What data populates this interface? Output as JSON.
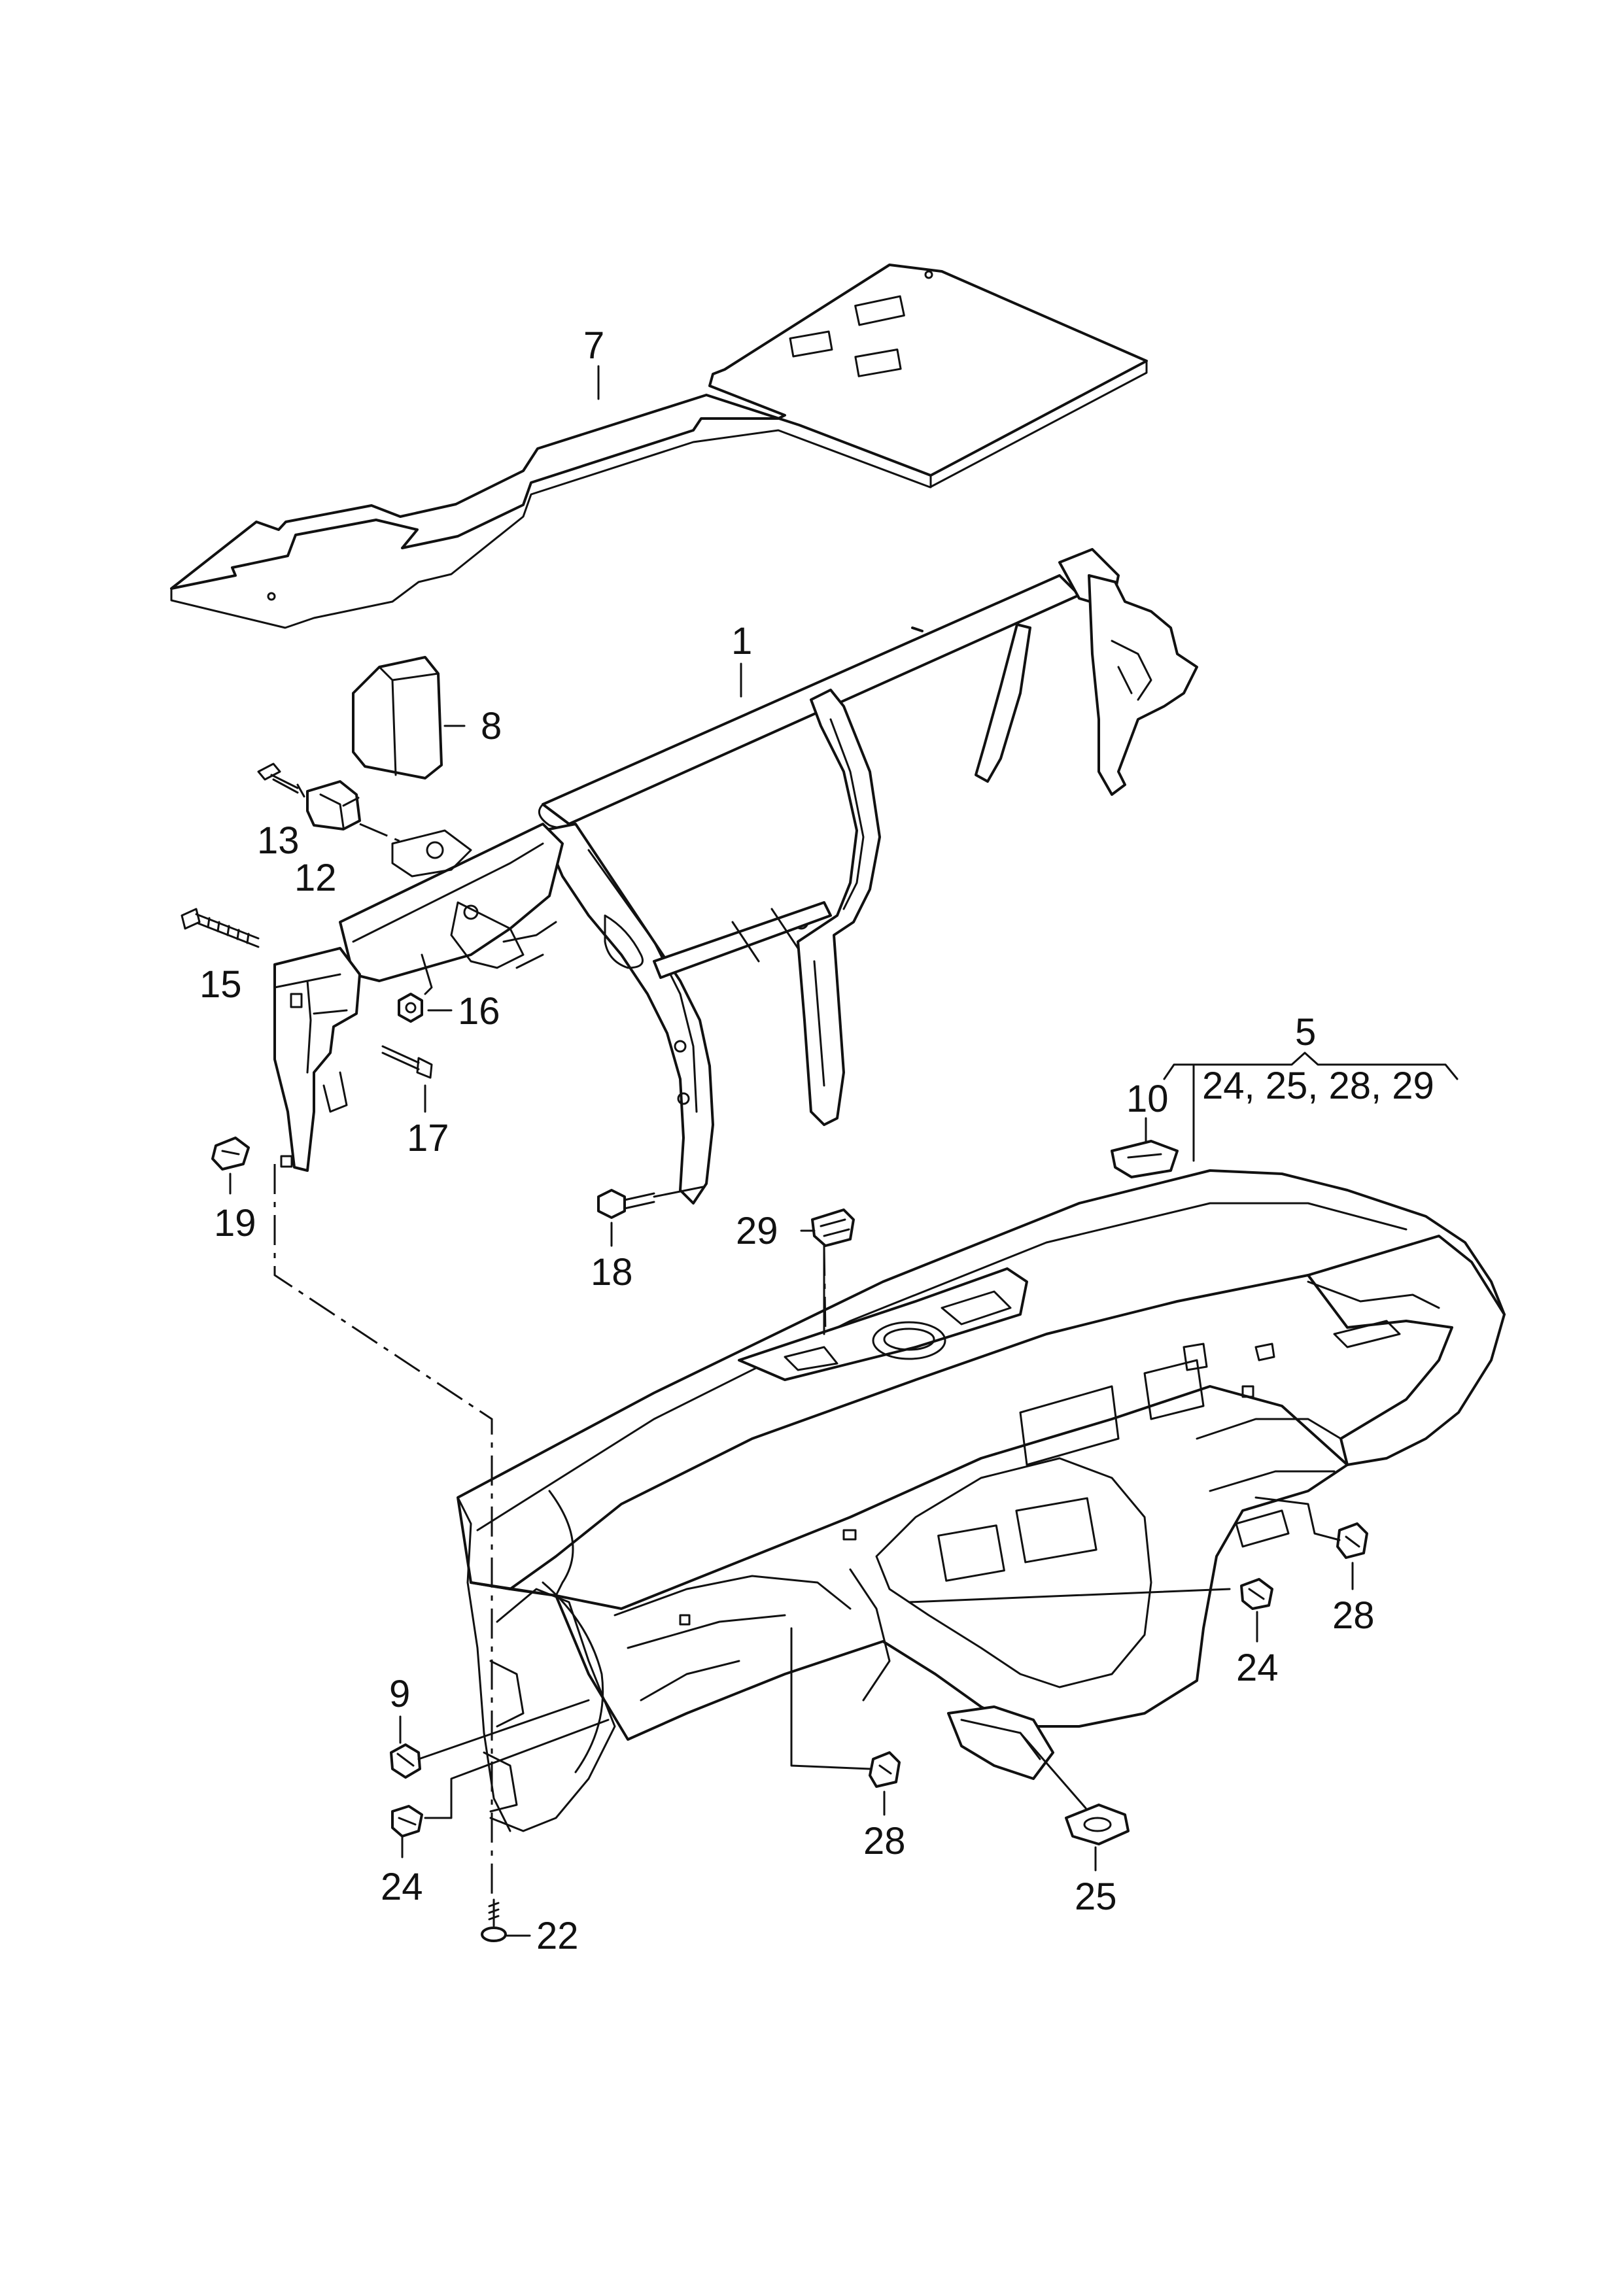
{
  "callouts": {
    "c1": "1",
    "c5": "5",
    "c5_sub": "24, 25, 28, 29",
    "c7": "7",
    "c8": "8",
    "c9": "9",
    "c10": "10",
    "c12": "12",
    "c13": "13",
    "c15": "15",
    "c16": "16",
    "c17": "17",
    "c18": "18",
    "c19": "19",
    "c22": "22",
    "c24_left": "24",
    "c24_right": "24",
    "c25": "25",
    "c28_center": "28",
    "c28_right": "28",
    "c29": "29"
  }
}
